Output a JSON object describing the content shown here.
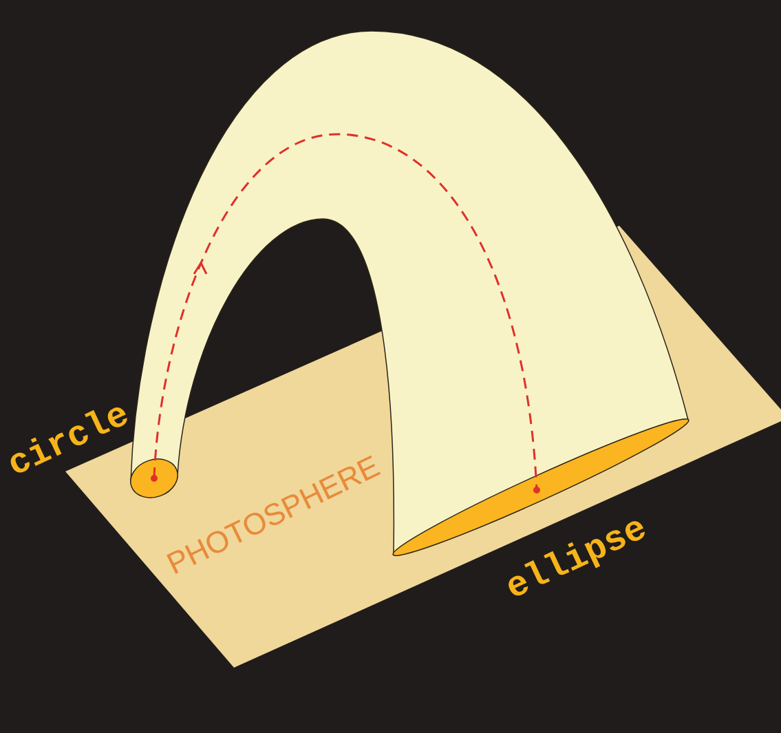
{
  "diagram": {
    "labels": [
      "circle",
      "PHOTOSPHERE",
      "ellipse"
    ]
  }
}
